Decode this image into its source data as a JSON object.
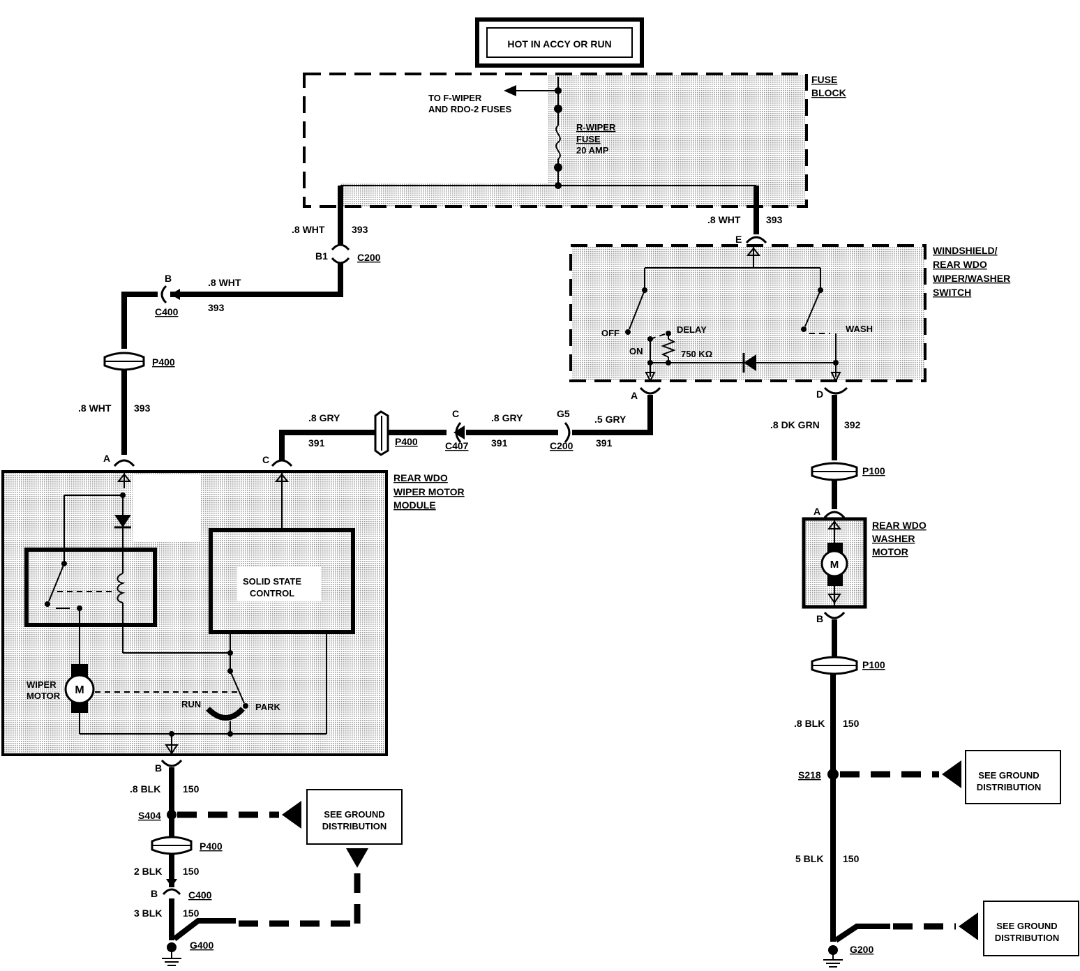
{
  "title": "HOT IN ACCY OR RUN",
  "fuse_block": {
    "name_line1": "FUSE",
    "name_line2": "BLOCK",
    "to_fuses_line1": "TO F-WIPER",
    "to_fuses_line2": "AND RDO-2 FUSES",
    "fuse_line1": "R-WIPER",
    "fuse_line2": "FUSE",
    "fuse_line3": "20 AMP"
  },
  "switch": {
    "name_line1": "WINDSHIELD/",
    "name_line2": "REAR WDO",
    "name_line3": "WIPER/WASHER",
    "name_line4": "SWITCH",
    "off": "OFF",
    "delay": "DELAY",
    "on": "ON",
    "resistor": "750 KΩ",
    "wash": "WASH",
    "pin_e": "E",
    "pin_a": "A",
    "pin_d": "D"
  },
  "wiper_module": {
    "name_line1": "REAR WDO",
    "name_line2": "WIPER MOTOR",
    "name_line3": "MODULE",
    "solid_state_line1": "SOLID STATE",
    "solid_state_line2": "CONTROL",
    "motor_line1": "WIPER",
    "motor_line2": "MOTOR",
    "motor_symbol": "M",
    "run": "RUN",
    "park": "PARK",
    "pin_a": "A",
    "pin_c": "C",
    "pin_b": "B"
  },
  "washer_motor": {
    "name_line1": "REAR WDO",
    "name_line2": "WASHER",
    "name_line3": "MOTOR",
    "symbol": "M",
    "pin_a": "A",
    "pin_b": "B"
  },
  "wires": {
    "left_fuse_out": {
      "gauge": ".8 WHT",
      "circuit": "393"
    },
    "right_fuse_out": {
      "gauge": ".8 WHT",
      "circuit": "393"
    },
    "c400_top": {
      "gauge": ".8 WHT",
      "circuit": "393"
    },
    "p400_below": {
      "gauge": ".8 WHT",
      "circuit": "393"
    },
    "gry_left": {
      "gauge": ".8 GRY",
      "circuit": "391"
    },
    "gry_mid": {
      "gauge": ".8 GRY",
      "circuit": "391"
    },
    "gry_right": {
      "gauge": ".5 GRY",
      "circuit": "391"
    },
    "dkgrn": {
      "gauge": ".8 DK GRN",
      "circuit": "392"
    },
    "blk_right_1": {
      "gauge": ".8 BLK",
      "circuit": "150"
    },
    "blk_right_2": {
      "gauge": "5 BLK",
      "circuit": "150"
    },
    "blk_left_1": {
      "gauge": ".8 BLK",
      "circuit": "150"
    },
    "blk_left_2": {
      "gauge": "2 BLK",
      "circuit": "150"
    },
    "blk_left_3": {
      "gauge": "3 BLK",
      "circuit": "150"
    }
  },
  "connectors": {
    "b1": "B1",
    "c200_top": "C200",
    "b_c400": "B",
    "c400_top": "C400",
    "p400_top": "P400",
    "p400_gry": "P400",
    "c_c407": "C",
    "c407": "C407",
    "g5": "G5",
    "c200_gry": "C200",
    "p100_top": "P100",
    "p100_bottom": "P100",
    "s218": "S218",
    "s404": "S404",
    "p400_bottom": "P400",
    "b_c400_bottom": "B",
    "c400_bottom": "C400",
    "g400": "G400",
    "g200": "G200"
  },
  "ground_boxes": {
    "right_top_line1": "SEE GROUND",
    "right_top_line2": "DISTRIBUTION",
    "left_line1": "SEE GROUND",
    "left_line2": "DISTRIBUTION",
    "right_bottom_line1": "SEE GROUND",
    "right_bottom_line2": "DISTRIBUTION"
  }
}
